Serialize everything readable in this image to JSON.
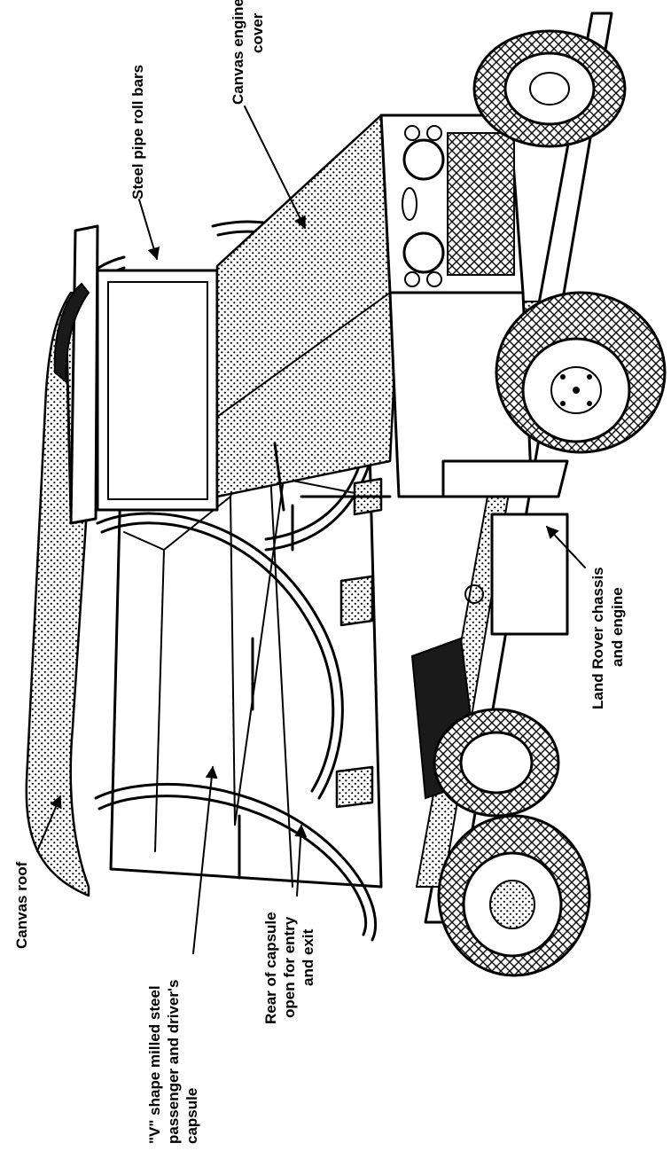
{
  "labels": {
    "roll_bars": "Steel pipe roll bars",
    "engine_cover_1": "Canvas engine",
    "engine_cover_2": "cover",
    "chassis_1": "Land Rover chassis",
    "chassis_2": "and engine",
    "canvas_roof": "Canvas roof",
    "capsule_1": "\"V\" shape milled steel",
    "capsule_2": "passenger and driver's",
    "capsule_3": "capsule",
    "rear_1": "Rear of capsule",
    "rear_2": "open for entry",
    "rear_3": "and exit"
  },
  "colors": {
    "ink": "#000000",
    "paper": "#ffffff"
  }
}
